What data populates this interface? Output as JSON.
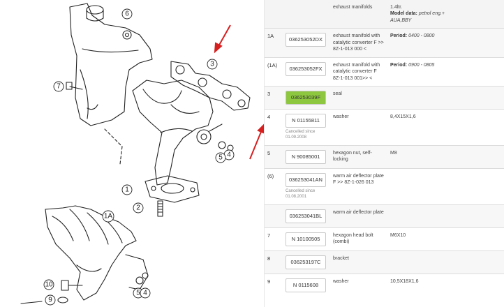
{
  "header": {
    "description": "exhaust manifolds",
    "engine": "1.4ltr.",
    "model_label": "Model data:",
    "model_value": "petrol eng.+",
    "model_codes": "AUA,BBY"
  },
  "rows": [
    {
      "pos": "1A",
      "part": "036253052DX",
      "highlight": false,
      "cancelled": "",
      "desc": "exhaust manifold with catalytic converter F >> 8Z-1-013 000 <",
      "extra_label": "Period:",
      "extra_value": "0400 - 0800"
    },
    {
      "pos": "(1A)",
      "part": "036253052FX",
      "highlight": false,
      "cancelled": "",
      "desc": "exhaust manifold with catalytic converter F 8Z-1-013 001>> <",
      "extra_label": "Period:",
      "extra_value": "0900 - 0805"
    },
    {
      "pos": "3",
      "part": "036253039F",
      "highlight": true,
      "cancelled": "",
      "desc": "seal",
      "extra_label": "",
      "extra_value": ""
    },
    {
      "pos": "4",
      "part": "N 01155811",
      "highlight": false,
      "cancelled": "Cancelled since 01.09.2008",
      "desc": "washer",
      "extra_label": "",
      "extra_value": "8,4X15X1,6"
    },
    {
      "pos": "5",
      "part": "N 90085001",
      "highlight": false,
      "cancelled": "",
      "desc": "hexagon nut, self-locking",
      "extra_label": "",
      "extra_value": "M8"
    },
    {
      "pos": "(6)",
      "part": "036253041AN",
      "highlight": false,
      "cancelled": "Cancelled since 01.08.2001",
      "desc": "warm air deflector plate F >> 8Z-1-026 013",
      "extra_label": "",
      "extra_value": ""
    },
    {
      "pos": "",
      "part": "036253041BL",
      "highlight": false,
      "cancelled": "",
      "desc": "warm air deflector plate",
      "extra_label": "",
      "extra_value": ""
    },
    {
      "pos": "7",
      "part": "N 10100505",
      "highlight": false,
      "cancelled": "",
      "desc": "hexagon head bolt (combi)",
      "extra_label": "",
      "extra_value": "M6X10"
    },
    {
      "pos": "8",
      "part": "036253197C",
      "highlight": false,
      "cancelled": "",
      "desc": "bracket",
      "extra_label": "",
      "extra_value": ""
    },
    {
      "pos": "9",
      "part": "N 0115608",
      "highlight": false,
      "cancelled": "",
      "desc": "washer",
      "extra_label": "",
      "extra_value": "10,5X18X1,6"
    }
  ],
  "diagram": {
    "callouts": [
      "6",
      "3",
      "7",
      "4",
      "5",
      "1",
      "2",
      "1A",
      "10",
      "9",
      "5",
      "4"
    ]
  },
  "colors": {
    "highlight": "#8dc63f",
    "arrow": "#d62020"
  }
}
